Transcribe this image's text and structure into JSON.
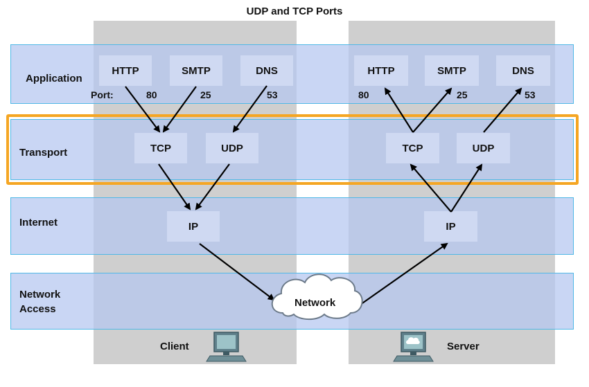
{
  "title": "UDP and TCP Ports",
  "layers": {
    "application": "Application",
    "transport": "Transport",
    "internet": "Internet",
    "network_access_line1": "Network",
    "network_access_line2": "Access"
  },
  "port_label": "Port:",
  "client": {
    "caption": "Client",
    "apps": [
      "HTTP",
      "SMTP",
      "DNS"
    ],
    "ports": [
      "80",
      "25",
      "53"
    ],
    "transport": [
      "TCP",
      "UDP"
    ],
    "internet": "IP"
  },
  "server": {
    "caption": "Server",
    "apps": [
      "HTTP",
      "SMTP",
      "DNS"
    ],
    "ports": [
      "80",
      "25",
      "53"
    ],
    "transport": [
      "TCP",
      "UDP"
    ],
    "internet": "IP"
  },
  "cloud_label": "Network",
  "colors": {
    "layer_fill": "#b4c6f0",
    "layer_border": "#4fb8e6",
    "highlight": "#f5a623",
    "column": "#cfcfcf"
  }
}
